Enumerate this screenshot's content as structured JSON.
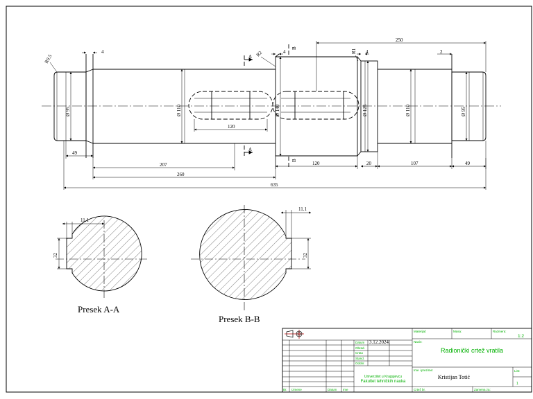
{
  "dimensions": {
    "r05": "R0.5",
    "r2": "R2",
    "r1": "R1",
    "chamfer_left": "4",
    "chamfer_mid": "4",
    "chamfer_right": "4",
    "chamfer_far_right": "2",
    "d_left_end": "Ø 95",
    "d_body": "Ø 110",
    "d_collar": "Ø 140",
    "d_flange": "Ø 125",
    "d_right": "Ø 110",
    "d_right_end": "Ø 95",
    "len_49_left": "49",
    "len_207": "207",
    "len_260": "260",
    "len_635": "635",
    "len_120_key1": "120",
    "len_120": "120",
    "len_20": "20",
    "len_107": "107",
    "len_49_right": "49",
    "len_250": "250",
    "b_top": "B",
    "b_bottom": "B",
    "a_top": "A",
    "a_bottom": "A"
  },
  "sections": {
    "aa": {
      "label": "Presek A-A",
      "width": "11.1",
      "height": "32"
    },
    "bb": {
      "label": "Presek B-B",
      "width": "11.1",
      "height": "32"
    }
  },
  "title_block": {
    "datum_label": "Datum",
    "datum_value": "3.12.2024.",
    "obrad_label": "Obrad.",
    "crtao_label": "Crtao",
    "stand_label": "Stand.",
    "odobr_label": "Odobr.",
    "materijal_label": "Materijal:",
    "masa_label": "Masa:",
    "razmera_label": "Razmera:",
    "razmera_value": "1:2",
    "naziv_label": "Naziv:",
    "naziv_value": "Radionički crtež vratila",
    "university_line1": "Univerzitet u Kragujevcu",
    "university_line2": "Fakultet tehničkih nauka",
    "ime_label": "Ime i prezime:",
    "ime_value": "Kristijan Totić",
    "list_label": "List:",
    "list_value": "1",
    "br_label": "Br.",
    "izmene_label": "Izmene",
    "datum_col_label": "Datum",
    "ime_col_label": "Ime",
    "crtez_label": "Crtež br.",
    "zamena_label": "Zamena za:"
  }
}
